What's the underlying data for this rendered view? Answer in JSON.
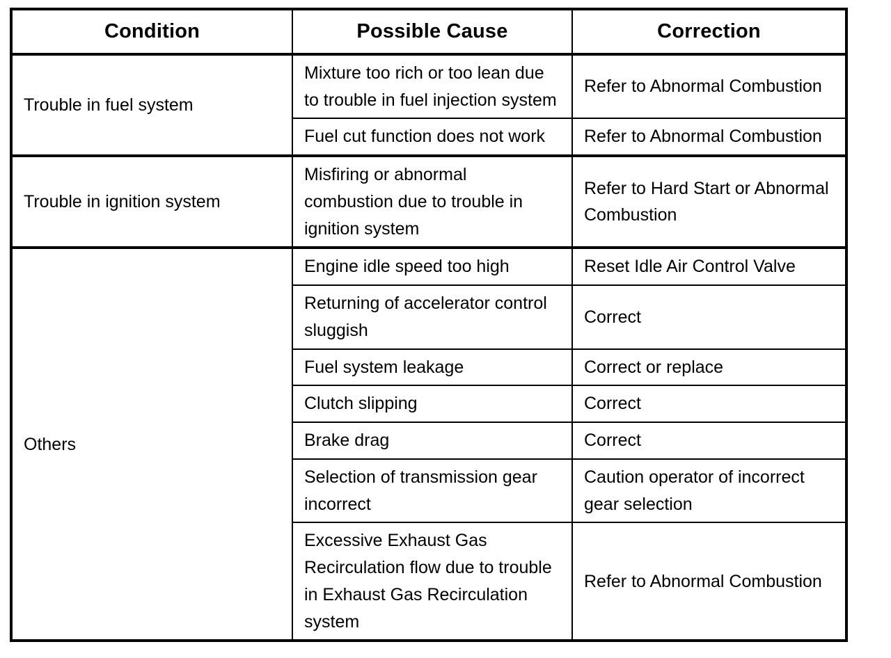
{
  "table": {
    "name": "engine-troubleshooting-table",
    "columns": [
      {
        "key": "condition",
        "label": "Condition"
      },
      {
        "key": "cause",
        "label": "Possible Cause"
      },
      {
        "key": "correction",
        "label": "Correction"
      }
    ],
    "groups": [
      {
        "condition": "Trouble in fuel system",
        "rows": [
          {
            "cause": "Mixture too rich or too lean due to trouble in fuel injection system",
            "correction": "Refer to Abnormal Combustion"
          },
          {
            "cause": "Fuel cut function does not work",
            "correction": "Refer to Abnormal Combustion"
          }
        ]
      },
      {
        "condition": "Trouble in ignition system",
        "rows": [
          {
            "cause": "Misfiring or abnormal combustion due to trouble in ignition system",
            "correction": "Refer to Hard Start or Abnormal Combustion"
          }
        ]
      },
      {
        "condition": "Others",
        "rows": [
          {
            "cause": "Engine idle speed too high",
            "correction": "Reset Idle Air Control Valve"
          },
          {
            "cause": "Returning of accelerator control sluggish",
            "correction": "Correct"
          },
          {
            "cause": "Fuel system leakage",
            "correction": "Correct or replace"
          },
          {
            "cause": "Clutch slipping",
            "correction": "Correct"
          },
          {
            "cause": "Brake drag",
            "correction": "Correct"
          },
          {
            "cause": "Selection of transmission gear incorrect",
            "correction": "Caution operator of incorrect gear selection"
          },
          {
            "cause": "Excessive Exhaust Gas Recirculation flow due to trouble in Exhaust Gas Recirculation system",
            "correction": "Refer to Abnormal Combustion"
          }
        ]
      }
    ]
  },
  "colors": {
    "ink": "#000000",
    "paper": "#ffffff"
  }
}
